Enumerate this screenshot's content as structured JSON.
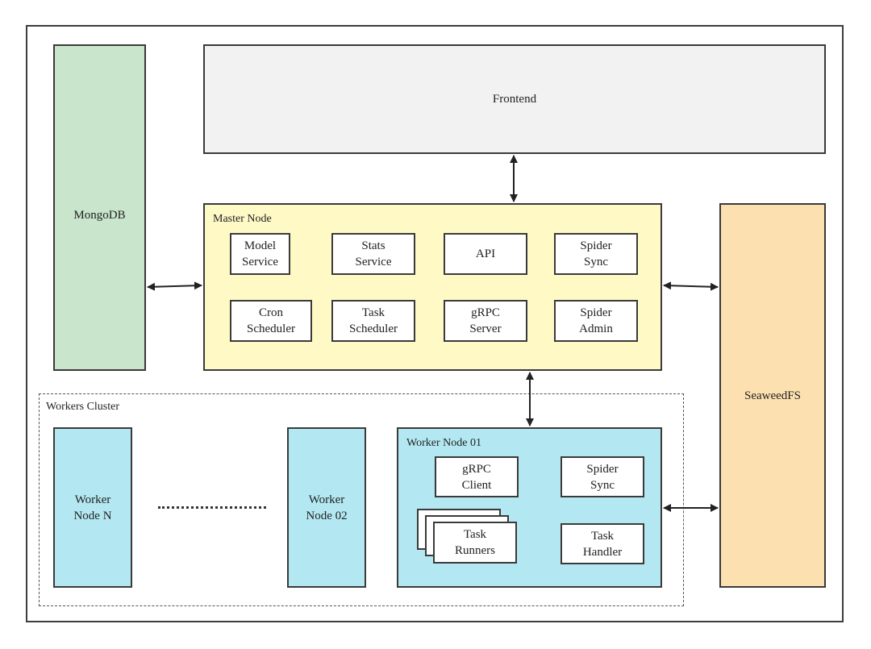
{
  "nodes": {
    "mongodb": "MongoDB",
    "frontend": "Frontend",
    "seaweedfs": "SeaweedFS",
    "worker_node_n": "Worker\nNode N",
    "worker_node_02": "Worker\nNode 02"
  },
  "master": {
    "title": "Master Node",
    "components": [
      "Model\nService",
      "Stats\nService",
      "API",
      "Spider\nSync",
      "Cron\nScheduler",
      "Task\nScheduler",
      "gRPC\nServer",
      "Spider\nAdmin"
    ]
  },
  "cluster": {
    "title": "Workers Cluster"
  },
  "worker01": {
    "title": "Worker Node 01",
    "components": [
      "gRPC\nClient",
      "Spider\nSync",
      "Task\nRunners",
      "Task\nHandler"
    ]
  },
  "colors": {
    "mongodb": "#c9e5cb",
    "frontend": "#f2f2f2",
    "master": "#fff9c6",
    "seaweedfs": "#fde0b0",
    "worker": "#b3e8f2"
  }
}
